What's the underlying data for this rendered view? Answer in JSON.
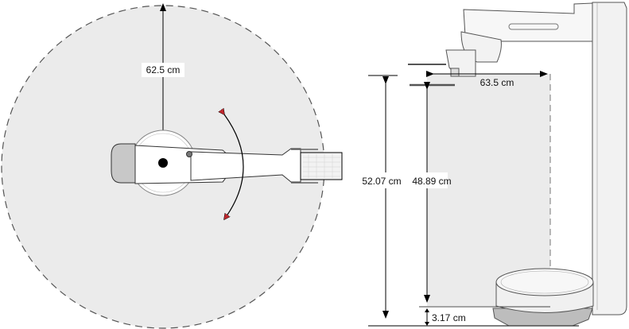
{
  "top_view": {
    "reach_label": "62.5 cm"
  },
  "side_view": {
    "horizontal_reach_label": "63.5 cm",
    "total_height_label": "52.07 cm",
    "vertical_stroke_label": "48.89 cm",
    "base_offset_label": "3.17 cm"
  },
  "colors": {
    "workspace": "#ebebeb",
    "arrow_tip": "#c0272d"
  }
}
